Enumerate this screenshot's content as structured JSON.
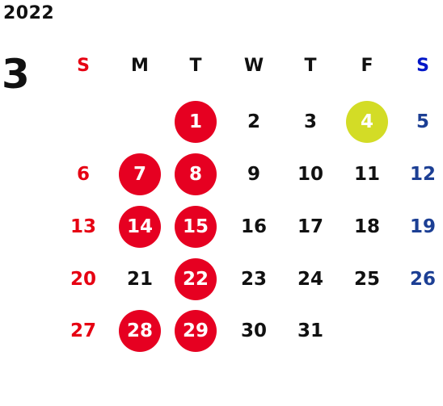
{
  "calendar": {
    "year": "2022",
    "month": "3",
    "weekdays": [
      "S",
      "M",
      "T",
      "W",
      "T",
      "F",
      "S"
    ],
    "first_weekday_index": 2,
    "days": [
      {
        "label": "1",
        "mark": "red"
      },
      {
        "label": "2",
        "mark": "none"
      },
      {
        "label": "3",
        "mark": "none"
      },
      {
        "label": "4",
        "mark": "yellow"
      },
      {
        "label": "5",
        "mark": "none"
      },
      {
        "label": "6",
        "mark": "none"
      },
      {
        "label": "7",
        "mark": "red"
      },
      {
        "label": "8",
        "mark": "red"
      },
      {
        "label": "9",
        "mark": "none"
      },
      {
        "label": "10",
        "mark": "none"
      },
      {
        "label": "11",
        "mark": "none"
      },
      {
        "label": "12",
        "mark": "none"
      },
      {
        "label": "13",
        "mark": "none"
      },
      {
        "label": "14",
        "mark": "red"
      },
      {
        "label": "15",
        "mark": "red"
      },
      {
        "label": "16",
        "mark": "none"
      },
      {
        "label": "17",
        "mark": "none"
      },
      {
        "label": "18",
        "mark": "none"
      },
      {
        "label": "19",
        "mark": "none"
      },
      {
        "label": "20",
        "mark": "none"
      },
      {
        "label": "21",
        "mark": "none"
      },
      {
        "label": "22",
        "mark": "red"
      },
      {
        "label": "23",
        "mark": "none"
      },
      {
        "label": "24",
        "mark": "none"
      },
      {
        "label": "25",
        "mark": "none"
      },
      {
        "label": "26",
        "mark": "none"
      },
      {
        "label": "27",
        "mark": "none"
      },
      {
        "label": "28",
        "mark": "red"
      },
      {
        "label": "29",
        "mark": "red"
      },
      {
        "label": "30",
        "mark": "none"
      },
      {
        "label": "31",
        "mark": "none"
      }
    ]
  },
  "colors": {
    "sunday": "#e60012",
    "saturday_header": "#0016c8",
    "saturday_day": "#1c3f94",
    "red_mark": "#e60021",
    "yellow_mark": "#d3dc26",
    "text": "#111111"
  }
}
